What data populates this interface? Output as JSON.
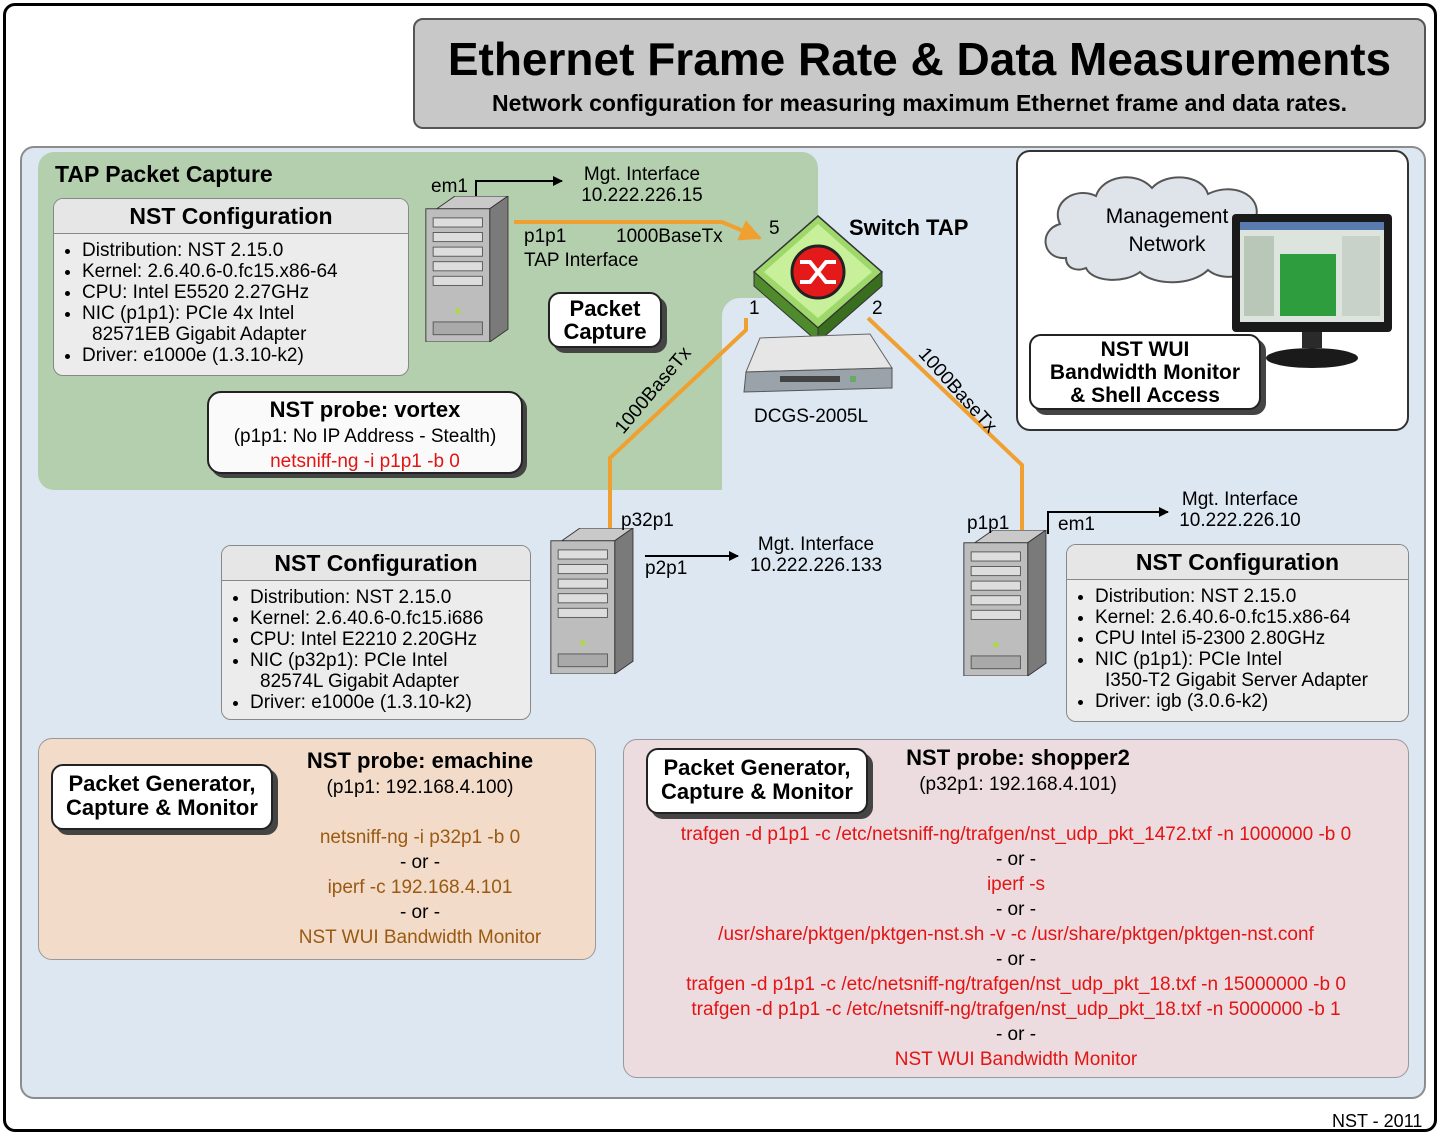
{
  "header": {
    "title": "Ethernet Frame Rate & Data Measurements",
    "subtitle": "Network configuration for measuring maximum Ethernet frame and data rates."
  },
  "tap_section": {
    "title": "TAP Packet Capture",
    "config": {
      "heading": "NST Configuration",
      "items": [
        "Distribution: NST 2.15.0",
        "Kernel: 2.6.40.6-0.fc15.x86-64",
        "CPU: Intel E5520 2.27GHz",
        "NIC (p1p1): PCIe 4x Intel",
        "Driver: e1000e (1.3.10-k2)"
      ],
      "nic_cont": "82571EB Gigabit Adapter"
    },
    "label": [
      "Packet",
      "Capture"
    ],
    "probe": {
      "title": "NST probe: vortex",
      "detail": "(p1p1: No IP Address - Stealth)",
      "command": "netsniff-ng -i p1p1 -b 0"
    },
    "em1": "em1",
    "mgt_label": "Mgt. Interface",
    "mgt_ip": "10.222.226.15",
    "p1p1": "p1p1",
    "tap_iface": "TAP Interface",
    "link_speed": "1000BaseTx"
  },
  "switch": {
    "title": "Switch TAP",
    "model": "DCGS-2005L",
    "port5": "5",
    "port1": "1",
    "port2": "2",
    "link_left": "1000BaseTx",
    "link_right": "1000BaseTx"
  },
  "management": {
    "cloud": [
      "Management",
      "Network"
    ],
    "label": [
      "NST WUI",
      "Bandwidth Monitor",
      "& Shell Access"
    ]
  },
  "left_server": {
    "p32p1": "p32p1",
    "p2p1": "p2p1",
    "mgt_label": "Mgt. Interface",
    "mgt_ip": "10.222.226.133",
    "config": {
      "heading": "NST Configuration",
      "items": [
        "Distribution: NST 2.15.0",
        "Kernel: 2.6.40.6-0.fc15.i686",
        "CPU: Intel E2210 2.20GHz",
        "NIC (p32p1): PCIe Intel",
        "Driver: e1000e (1.3.10-k2)"
      ],
      "nic_cont": "82574L Gigabit Adapter"
    }
  },
  "right_server": {
    "p1p1": "p1p1",
    "em1": "em1",
    "mgt_label": "Mgt. Interface",
    "mgt_ip": "10.222.226.10",
    "config": {
      "heading": "NST Configuration",
      "items": [
        "Distribution: NST 2.15.0",
        "Kernel: 2.6.40.6-0.fc15.x86-64",
        "CPU Intel i5-2300 2.80GHz",
        "NIC (p1p1): PCIe Intel",
        "Driver: igb (3.0.6-k2)"
      ],
      "nic_cont": "I350-T2 Gigabit Server Adapter"
    }
  },
  "emachine": {
    "label": [
      "Packet Generator,",
      "Capture & Monitor"
    ],
    "probe_title": "NST probe: emachine",
    "probe_detail": "(p1p1: 192.168.4.100)",
    "lines": [
      "netsniff-ng -i p32p1 -b 0",
      "- or -",
      "iperf -c 192.168.4.101",
      "- or -",
      "NST WUI Bandwidth Monitor"
    ]
  },
  "shopper2": {
    "label": [
      "Packet Generator,",
      "Capture & Monitor"
    ],
    "probe_title": "NST probe: shopper2",
    "probe_detail": "(p32p1: 192.168.4.101)",
    "lines": [
      "trafgen -d p1p1 -c /etc/netsniff-ng/trafgen/nst_udp_pkt_1472.txf -n 1000000 -b 0",
      "- or -",
      "iperf -s",
      "- or -",
      "/usr/share/pktgen/pktgen-nst.sh -v -c /usr/share/pktgen/pktgen-nst.conf",
      "- or -",
      "trafgen -d p1p1 -c /etc/netsniff-ng/trafgen/nst_udp_pkt_18.txf -n 15000000 -b 0",
      "trafgen -d p1p1 -c /etc/netsniff-ng/trafgen/nst_udp_pkt_18.txf -n 5000000 -b 1",
      "- or -",
      "NST WUI Bandwidth Monitor"
    ]
  },
  "footer": "NST - 2011",
  "colors": {
    "link": "#f0a030",
    "tap_bg": "#b4cfae",
    "main_bg": "#dde7f2",
    "gen_left": "#f2dbc8",
    "gen_right": "#ecdcdf",
    "command_red": "#e21414",
    "command_brown": "#9a5a12"
  }
}
